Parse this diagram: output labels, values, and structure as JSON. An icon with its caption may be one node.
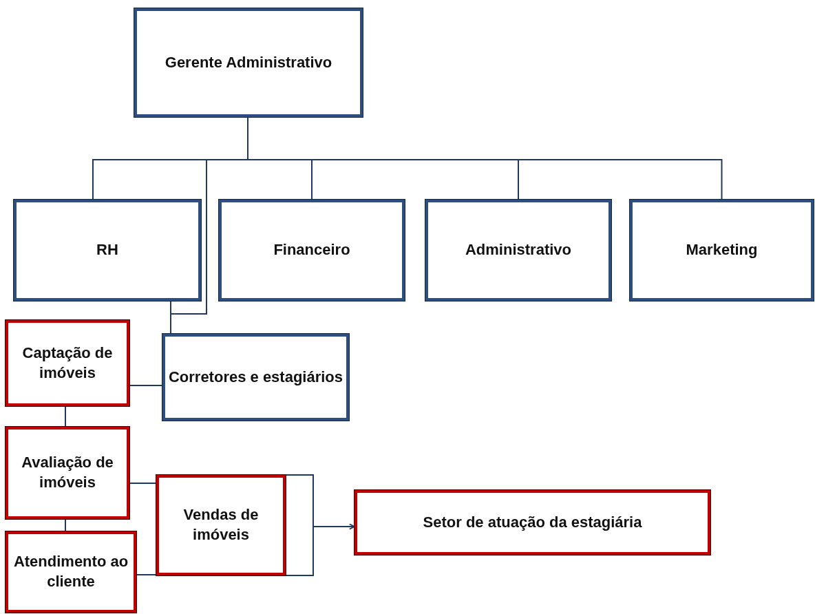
{
  "diagram": {
    "nodes": [
      {
        "text": [
          "Gerente Administrativo"
        ]
      },
      {
        "text": [
          "RH"
        ]
      },
      {
        "text": [
          "Financeiro"
        ]
      },
      {
        "text": [
          "Administrativo"
        ]
      },
      {
        "text": [
          "Marketing"
        ]
      },
      {
        "text": [
          "Captação de imóveis"
        ]
      },
      {
        "text": [
          "Corretores e estagiários"
        ]
      },
      {
        "text": [
          "Avaliação de imóveis"
        ]
      },
      {
        "text": [
          "Vendas de imóveis"
        ]
      },
      {
        "text": [
          "Atendimento ao cliente"
        ]
      },
      {
        "text": [
          "Setor de atuação da estagiária"
        ]
      }
    ],
    "edges": [
      {
        "from": 0,
        "to": 1,
        "arrow": "none"
      },
      {
        "from": 0,
        "to": 2,
        "arrow": "none"
      },
      {
        "from": 0,
        "to": 3,
        "arrow": "none"
      },
      {
        "from": 0,
        "to": 4,
        "arrow": "none"
      },
      {
        "from": 0,
        "to": 6,
        "arrow": "none"
      },
      {
        "from": 1,
        "to": 6,
        "arrow": "none"
      },
      {
        "from": 5,
        "to": 6,
        "arrow": "none"
      },
      {
        "from": 5,
        "to": 7,
        "arrow": "none"
      },
      {
        "from": 7,
        "to": 9,
        "arrow": "none"
      },
      {
        "from": 7,
        "to": 8,
        "arrow": "none"
      },
      {
        "from": 9,
        "to": 8,
        "arrow": "none"
      },
      {
        "from": 8,
        "to": 10,
        "arrow": "to"
      }
    ]
  }
}
